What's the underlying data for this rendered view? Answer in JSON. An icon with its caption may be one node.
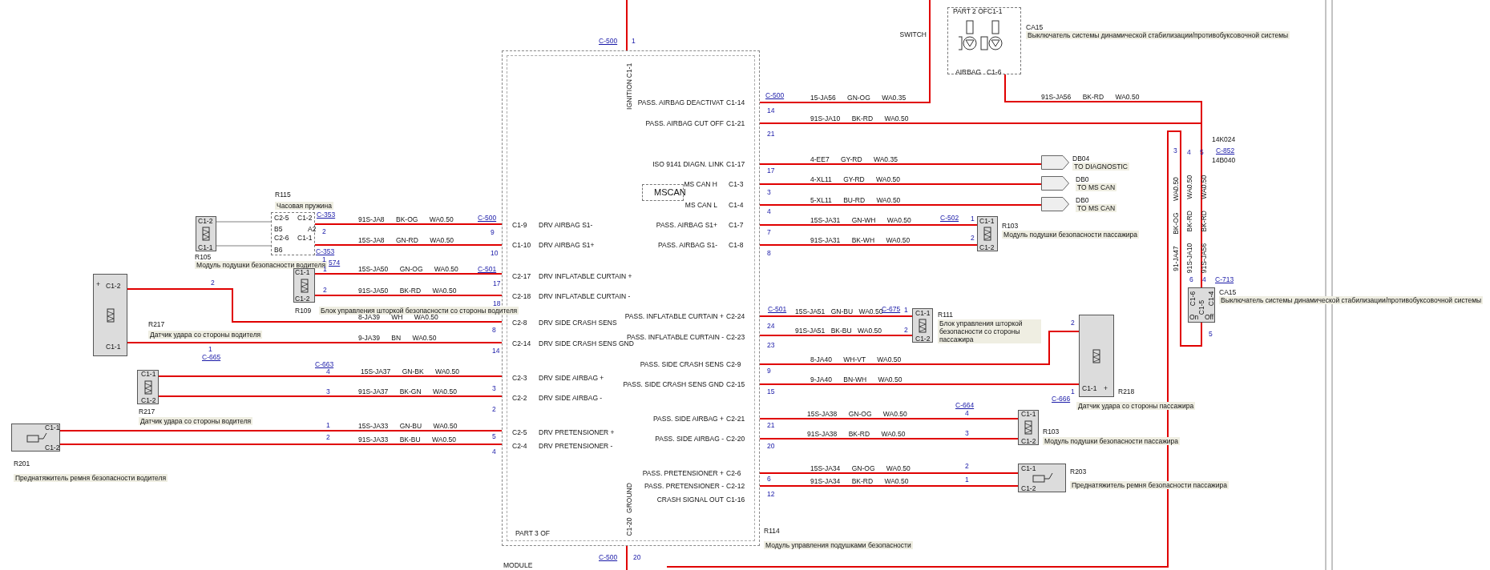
{
  "diagram": {
    "nodes": [
      {
        "text": [
          "R114",
          "Модуль управления подушками безопасности"
        ]
      },
      {
        "text": [
          "R115",
          "Часовая пружина"
        ]
      },
      {
        "text": [
          "R105",
          "Модуль подушки безопасности водителя"
        ]
      },
      {
        "text": [
          "R109",
          "Блок управления шторкой безопасности со стороны водителя"
        ]
      },
      {
        "text": [
          "R217",
          "Датчик удара со стороны водителя"
        ]
      },
      {
        "text": [
          "R217",
          "Датчик удара со стороны водителя"
        ]
      },
      {
        "text": [
          "R201",
          "Преднатяжитель ремня безопасности водителя"
        ]
      },
      {
        "text": [
          "MSCAN"
        ],
        "in": 0
      },
      {
        "text": [
          "CA15",
          "Выключатель системы динамической стабилизации/противобуксовочной системы"
        ]
      },
      {
        "text": [
          "DB04",
          "TO DIAGNOSTIC"
        ]
      },
      {
        "text": [
          "DB0",
          "TO MS CAN"
        ]
      },
      {
        "text": [
          "DB0",
          "TO MS CAN"
        ]
      },
      {
        "text": [
          "R103",
          "Модуль подушки безопасности пассажира"
        ]
      },
      {
        "text": [
          "R111",
          "Блок управления шторкой безопасности со стороны пассажира"
        ]
      },
      {
        "text": [
          "R218",
          "Датчик удара со стороны пассажира"
        ]
      },
      {
        "text": [
          "R103",
          "Модуль подушки безопасности пассажира"
        ]
      },
      {
        "text": [
          "R203",
          "Преднатяжитель ремня безопасности пассажира"
        ]
      },
      {
        "text": [
          "CA15",
          "Выключатель системы динамической стабилизации/противобуксовочной системы"
        ]
      }
    ],
    "edges": [
      {
        "from": 0,
        "to": null,
        "arrow": "none"
      },
      {
        "from": 0,
        "to": null,
        "arrow": "none"
      },
      {
        "from": null,
        "to": 17,
        "arrow": "none",
        "label": "91-JA47 BK-OG WA0.50"
      },
      {
        "from": 0,
        "to": null,
        "arrow": "none",
        "label": "15-JA56 GN-OG WA0.35"
      },
      {
        "from": 0,
        "to": 17,
        "arrow": "none",
        "label": "91S-JA10 BK-RD WA0.50"
      },
      {
        "from": 8,
        "to": 17,
        "arrow": "none",
        "label": "91S-JA56 BK-RD WA0.50"
      },
      {
        "from": 0,
        "to": 9,
        "arrow": "none",
        "label": "4-EE7 GY-RD WA0.35"
      },
      {
        "from": 0,
        "to": 10,
        "arrow": "none",
        "label": "4-XL11 GY-RD WA0.50"
      },
      {
        "from": 0,
        "to": 11,
        "arrow": "none",
        "label": "5-XL11 BU-RD WA0.50"
      },
      {
        "from": 0,
        "to": 12,
        "arrow": "none",
        "label": "15S-JA31 GN-WH WA0.50"
      },
      {
        "from": 0,
        "to": 12,
        "arrow": "none",
        "label": "91S-JA31 BK-WH WA0.50"
      },
      {
        "from": 0,
        "to": 13,
        "arrow": "none",
        "label": "15S-JA51 GN-BU WA0.50"
      },
      {
        "from": 0,
        "to": 13,
        "arrow": "none",
        "label": "91S-JA51 BK-BU WA0.50"
      },
      {
        "from": 0,
        "to": 14,
        "arrow": "none",
        "label": "8-JA40 WH-VT WA0.50"
      },
      {
        "from": 0,
        "to": 14,
        "arrow": "none",
        "label": "9-JA40 BN-WH WA0.50"
      },
      {
        "from": 0,
        "to": 15,
        "arrow": "none",
        "label": "15S-JA38 GN-OG WA0.50"
      },
      {
        "from": 0,
        "to": 15,
        "arrow": "none",
        "label": "91S-JA38 BK-RD WA0.50"
      },
      {
        "from": 0,
        "to": 16,
        "arrow": "none",
        "label": "15S-JA34 GN-OG WA0.50"
      },
      {
        "from": 0,
        "to": 16,
        "arrow": "none",
        "label": "91S-JA34 BK-RD WA0.50"
      },
      {
        "from": 1,
        "to": 0,
        "arrow": "none",
        "label": "91S-JA8 BK-OG WA0.50"
      },
      {
        "from": 1,
        "to": 0,
        "arrow": "none",
        "label": "15S-JA8 GN-RD WA0.50"
      },
      {
        "from": 2,
        "to": 1,
        "arrow": "none",
        "color": "#808080"
      },
      {
        "from": 2,
        "to": 1,
        "arrow": "none",
        "color": "#808080"
      },
      {
        "from": 3,
        "to": 0,
        "arrow": "none",
        "label": "15S-JA50 GN-OG WA0.50"
      },
      {
        "from": 3,
        "to": 0,
        "arrow": "none",
        "label": "91S-JA50 BK-RD WA0.50"
      },
      {
        "from": 4,
        "to": 0,
        "arrow": "none",
        "label": "8-JA39 WH WA0.50"
      },
      {
        "from": 4,
        "to": 0,
        "arrow": "none",
        "label": "9-JA39 BN WA0.50"
      },
      {
        "from": 5,
        "to": 0,
        "arrow": "none",
        "label": "15S-JA37 GN-BK WA0.50"
      },
      {
        "from": 5,
        "to": 0,
        "arrow": "none",
        "label": "91S-JA37 BK-GN WA0.50"
      },
      {
        "from": 6,
        "to": 0,
        "arrow": "none",
        "label": "15S-JA33 GN-BU WA0.50"
      },
      {
        "from": 6,
        "to": 0,
        "arrow": "none",
        "label": "91S-JA33 BK-BU WA0.50"
      }
    ],
    "labels": [
      "PART 2 OF",
      "C1-1",
      "SWITCH",
      "AIRBAG",
      "C1-6",
      "C-500",
      "1",
      "C1-1",
      "IGNITION",
      "C-500",
      "PASS. AIRBAG DEACTIVAT",
      "C1-14",
      "14",
      "PASS. AIRBAG CUT OFF",
      "C1-21",
      "21",
      "14K024",
      "3",
      "4",
      "5",
      "C-852",
      "14B040",
      "ISO 9141 DIAGN. LINK",
      "C1-17",
      "17",
      "MS CAN H",
      "C1-3",
      "3",
      "MS CAN L",
      "C1-4",
      "4",
      "91S-JA10 BK-RD WA0.50",
      "91S-JA56 BK-RD WA0.50",
      "C-353",
      "C2-5",
      "C1-2",
      "C-500",
      "C1-9",
      "DRV AIRBAG S1-",
      "PASS. AIRBAG S1+",
      "C1-7",
      "C-502",
      "1",
      "C1-2",
      "C1-1",
      "B5",
      "A2",
      "2",
      "9",
      "7",
      "C2-6",
      "C1-1",
      "2",
      "C1-10",
      "DRV AIRBAG S1+",
      "PASS. AIRBAG S1-",
      "C1-8",
      "C1-1",
      "C1-2",
      "B6",
      "C-353",
      "1",
      "10",
      "8",
      "574",
      "C1-1",
      "1",
      "C-501",
      "C2-17",
      "DRV INFLATABLE CURTAIN +",
      "6",
      "4",
      "C-713",
      "+",
      "C1-2",
      "2",
      "2",
      "C1-2",
      "C2-18",
      "DRV INFLATABLE CURTAIN -",
      "17",
      "18",
      "C1-6",
      "C1-4",
      "PASS. INFLATABLE CURTAIN +",
      "C2-24",
      "C-501",
      "C-675",
      "1",
      "C1-1",
      "C1-5",
      "On",
      "Off",
      "8",
      "C2-8",
      "DRV SIDE CRASH SENS",
      "24",
      "2",
      "2",
      "5",
      "PASS. INFLATABLE CURTAIN -",
      "C2-23",
      "C1-2",
      "C1-1",
      "1",
      "14",
      "C2-14",
      "DRV SIDE CRASH SENS GND",
      "23",
      "C-665",
      "C-663",
      "PASS. SIDE CRASH SENS",
      "C2-9",
      "C1-1",
      "4",
      "C2-3",
      "DRV SIDE AIRBAG +",
      "9",
      "PASS. SIDE CRASH SENS GND",
      "C2-15",
      "C1-2",
      "3",
      "3",
      "C2-2",
      "DRV SIDE AIRBAG -",
      "15",
      "C-666",
      "1",
      "C1-1",
      "+",
      "C-664",
      "2",
      "4",
      "C1-1",
      "PASS. SIDE AIRBAG +",
      "C2-21",
      "C1-1",
      "1",
      "21",
      "2",
      "5",
      "C2-5",
      "DRV PRETENSIONER +",
      "PASS. SIDE AIRBAG -",
      "C2-20",
      "3",
      "C1-2",
      "C1-2",
      "4",
      "C2-4",
      "DRV PRETENSIONER -",
      "20",
      "2",
      "C1-1",
      "PASS. PRETENSIONER +",
      "C2-6",
      "6",
      "1",
      "PASS. PRETENSIONER -",
      "C2-12",
      "12",
      "C1-2",
      "GROUND",
      "CRASH SIGNAL OUT",
      "C1-16",
      "C1-20",
      "PART 3 OF",
      "C-500",
      "20",
      "MODULE"
    ]
  }
}
